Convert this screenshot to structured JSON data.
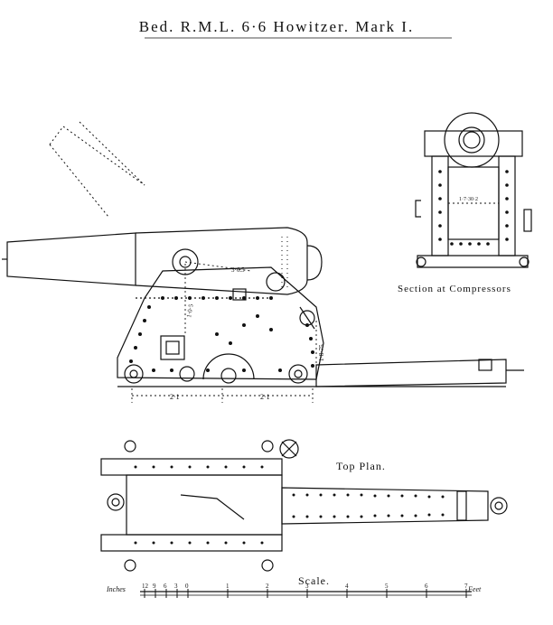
{
  "title": "Bed. R.M.L. 6·6 Howitzer. Mark I.",
  "views": {
    "section": "Section at Compressors",
    "top_plan": "Top Plan."
  },
  "dimensions": {
    "left_span": "2·1",
    "right_span": "2·1",
    "radius": "3·6.5",
    "height_left": "1·0·5",
    "height_right": "1·8·75",
    "section_width": "1·7·30·2"
  },
  "scale": {
    "title": "Scale.",
    "inches_label": "Inches",
    "feet_label": "Feet",
    "inch_ticks": [
      "12",
      "9",
      "6",
      "3",
      "0"
    ],
    "foot_ticks": [
      "1",
      "2",
      "3",
      "4",
      "5",
      "6",
      "7"
    ]
  },
  "colors": {
    "ink": "#111111",
    "paper": "#ffffff"
  }
}
